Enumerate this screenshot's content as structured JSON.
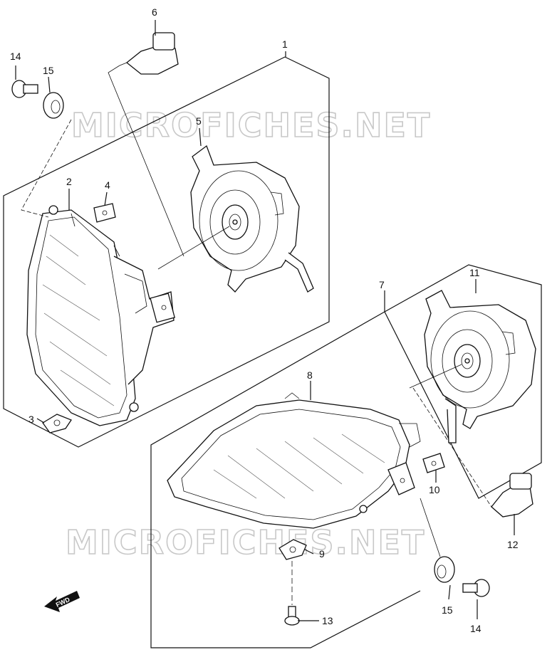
{
  "watermark": "MICROFICHES.NET",
  "fwd_label": "FWD",
  "callouts": [
    {
      "id": "1",
      "label": "1"
    },
    {
      "id": "2",
      "label": "2"
    },
    {
      "id": "3",
      "label": "3"
    },
    {
      "id": "4",
      "label": "4"
    },
    {
      "id": "5",
      "label": "5"
    },
    {
      "id": "6",
      "label": "6"
    },
    {
      "id": "7",
      "label": "7"
    },
    {
      "id": "8",
      "label": "8"
    },
    {
      "id": "9",
      "label": "9"
    },
    {
      "id": "10",
      "label": "10"
    },
    {
      "id": "11",
      "label": "11"
    },
    {
      "id": "12",
      "label": "12"
    },
    {
      "id": "13",
      "label": "13"
    },
    {
      "id": "14a",
      "label": "14"
    },
    {
      "id": "14b",
      "label": "14"
    },
    {
      "id": "15a",
      "label": "15"
    },
    {
      "id": "15b",
      "label": "15"
    }
  ]
}
